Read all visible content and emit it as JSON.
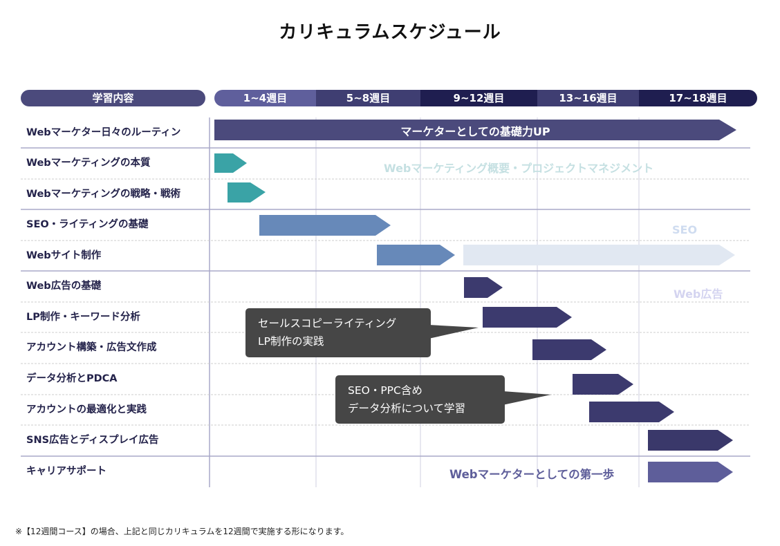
{
  "title": "カリキュラムスケジュール",
  "header": {
    "content_label": "学習内容",
    "weeks": [
      "1~4週目",
      "5~8週目",
      "9~12週目",
      "13~16週目",
      "17~18週目"
    ],
    "week_colors": [
      "#5f5f9c",
      "#3f3e72",
      "#1f1e50",
      "#3f3e72",
      "#1f1e50"
    ]
  },
  "rows": [
    "Webマーケター日々のルーティン",
    "Webマーケティングの本質",
    "Webマーケティングの戦略・戦術",
    "SEO・ライティングの基礎",
    "Webサイト制作",
    "Web広告の基礎",
    "LP制作・キーワード分析",
    "アカウント構築・広告文作成",
    "データ分析とPDCA",
    "アカウントの最適化と実践",
    "SNS広告とディスプレイ広告",
    "キャリアサポート"
  ],
  "labels": {
    "foundation_bar": "マーケターとしての基礎力UP",
    "overview": "Webマーケティング概要・プロジェクトマネジメント",
    "seo": "SEO",
    "web_ads": "Web広告",
    "first_step": "Webマーケターとしての第一歩"
  },
  "callouts": {
    "lp": [
      "セールスコピーライティング",
      "LP制作の実践"
    ],
    "data": [
      "SEO・PPC含め",
      "データ分析について学習"
    ]
  },
  "colors": {
    "navy": "#4b4a7c",
    "teal": "#3aa3a6",
    "blue": "#6789b9",
    "light_blue": "#e1e8f2",
    "dark_navy": "#3c3a6e",
    "purple": "#5e5e9a",
    "callout": "#464646"
  },
  "footnote": "※【12週間コース】の場合、上記と同じカリキュラムを12週間で実施する形になります。"
}
